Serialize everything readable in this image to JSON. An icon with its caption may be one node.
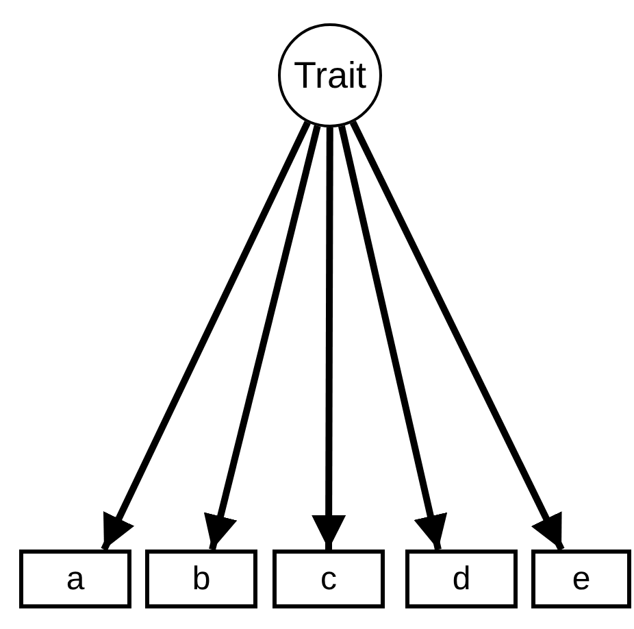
{
  "diagram": {
    "nodes": [
      {
        "text": [
          "Trait"
        ]
      },
      {
        "text": [
          "a"
        ]
      },
      {
        "text": [
          "b"
        ]
      },
      {
        "text": [
          "c"
        ]
      },
      {
        "text": [
          "d"
        ]
      },
      {
        "text": [
          "e"
        ]
      }
    ],
    "edges": [
      {
        "from": 0,
        "to": 1,
        "arrow": "to"
      },
      {
        "from": 0,
        "to": 2,
        "arrow": "to"
      },
      {
        "from": 0,
        "to": 3,
        "arrow": "to"
      },
      {
        "from": 0,
        "to": 4,
        "arrow": "to"
      },
      {
        "from": 0,
        "to": 5,
        "arrow": "to"
      }
    ]
  }
}
